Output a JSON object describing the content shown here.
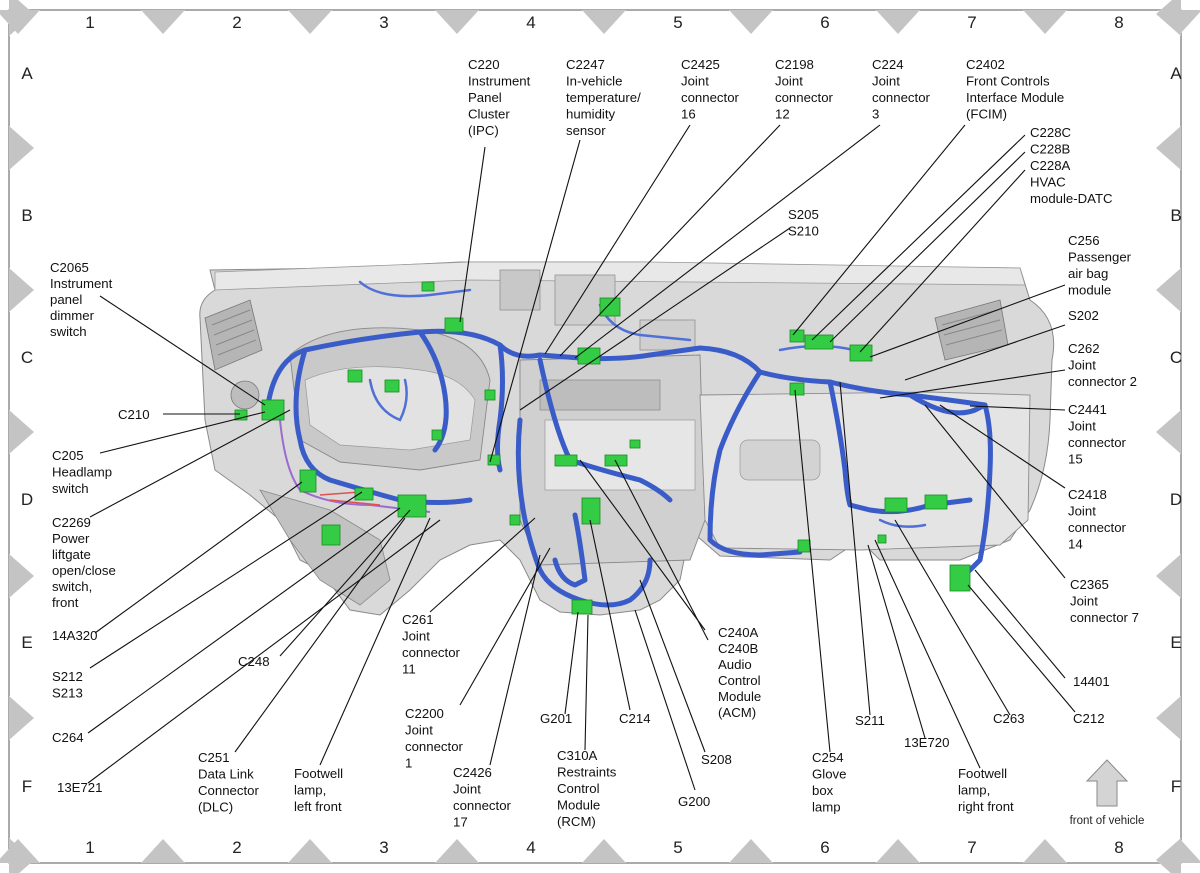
{
  "grid": {
    "columns": [
      "1",
      "2",
      "3",
      "4",
      "5",
      "6",
      "7",
      "8"
    ],
    "rows": [
      "A",
      "B",
      "C",
      "D",
      "E",
      "F"
    ]
  },
  "colors": {
    "harness": "#3a5cc8",
    "connector": "#33cc44",
    "panel": "#d8d8d8",
    "markers": "#c4c4c4"
  },
  "labels": {
    "c220": [
      "C220",
      "Instrument",
      "Panel",
      "Cluster",
      "(IPC)"
    ],
    "c2247": [
      "C2247",
      "In-vehicle",
      "temperature/",
      "humidity",
      "sensor"
    ],
    "c2425": [
      "C2425",
      "Joint",
      "connector",
      "16"
    ],
    "c2198": [
      "C2198",
      "Joint",
      "connector",
      "12"
    ],
    "c224": [
      "C224",
      "Joint",
      "connector",
      "3"
    ],
    "c2402": [
      "C2402",
      "Front Controls",
      "Interface Module",
      "(FCIM)"
    ],
    "c228": [
      "C228C",
      "C228B",
      "C228A",
      "HVAC",
      "module-DATC"
    ],
    "s205": [
      "S205",
      "S210"
    ],
    "c2065": [
      "C2065",
      "Instrument",
      "panel",
      "dimmer",
      "switch"
    ],
    "c256": [
      "C256",
      "Passenger",
      "air bag",
      "module"
    ],
    "s202": [
      "S202"
    ],
    "c262": [
      "C262",
      "Joint",
      "connector 2"
    ],
    "c210": [
      "C210"
    ],
    "c205": [
      "C205",
      "Headlamp",
      "switch"
    ],
    "c2441": [
      "C2441",
      "Joint",
      "connector",
      "15"
    ],
    "c2269": [
      "C2269",
      "Power",
      "liftgate",
      "open/close",
      "switch,",
      "front"
    ],
    "c2418": [
      "C2418",
      "Joint",
      "connector",
      "14"
    ],
    "c2365": [
      "C2365",
      "Joint",
      "connector 7"
    ],
    "c261": [
      "C261",
      "Joint",
      "connector",
      "11"
    ],
    "c240": [
      "C240A",
      "C240B",
      "Audio",
      "Control",
      "Module",
      "(ACM)"
    ],
    "a14a320": [
      "14A320"
    ],
    "s212": [
      "S212",
      "S213"
    ],
    "c248": [
      "C248"
    ],
    "c264": [
      "C264"
    ],
    "c2200": [
      "C2200",
      "Joint",
      "connector",
      "1"
    ],
    "g201": [
      "G201"
    ],
    "c214": [
      "C214"
    ],
    "s211": [
      "S211"
    ],
    "c263": [
      "C263"
    ],
    "c212": [
      "C212"
    ],
    "a14401": [
      "14401"
    ],
    "a13e720": [
      "13E720"
    ],
    "c251": [
      "C251",
      "Data Link",
      "Connector",
      "(DLC)"
    ],
    "footwell_left": [
      "Footwell",
      "lamp,",
      "left front"
    ],
    "a13e721": [
      "13E721"
    ],
    "c2426": [
      "C2426",
      "Joint",
      "connector",
      "17"
    ],
    "c310a": [
      "C310A",
      "Restraints",
      "Control",
      "Module",
      "(RCM)"
    ],
    "s208": [
      "S208"
    ],
    "g200": [
      "G200"
    ],
    "c254": [
      "C254",
      "Glove",
      "box",
      "lamp"
    ],
    "footwell_right": [
      "Footwell",
      "lamp,",
      "right front"
    ]
  },
  "legend": {
    "front_of_vehicle": "front of vehicle",
    "arrow_icon": "up-arrow-icon"
  }
}
